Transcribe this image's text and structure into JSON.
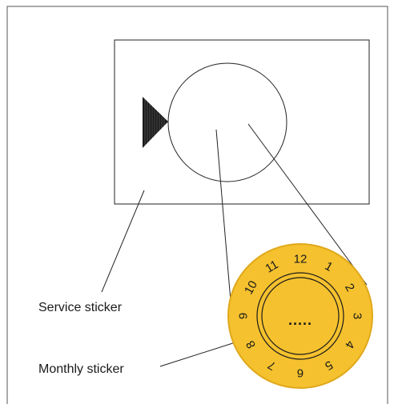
{
  "labels": {
    "service_sticker": "Service sticker",
    "monthly_sticker": "Monthly sticker",
    "center_placeholder": "....."
  },
  "monthly_sticker": {
    "months": [
      "1",
      "2",
      "3",
      "4",
      "5",
      "6",
      "7",
      "8",
      "9",
      "10",
      "11",
      "12"
    ]
  },
  "colors": {
    "sticker_fill": "#f5c12e",
    "sticker_rim": "#e0a81b",
    "line": "#222222",
    "frame": "#555555"
  },
  "icons": {
    "valve": "triangle-valve-icon"
  }
}
